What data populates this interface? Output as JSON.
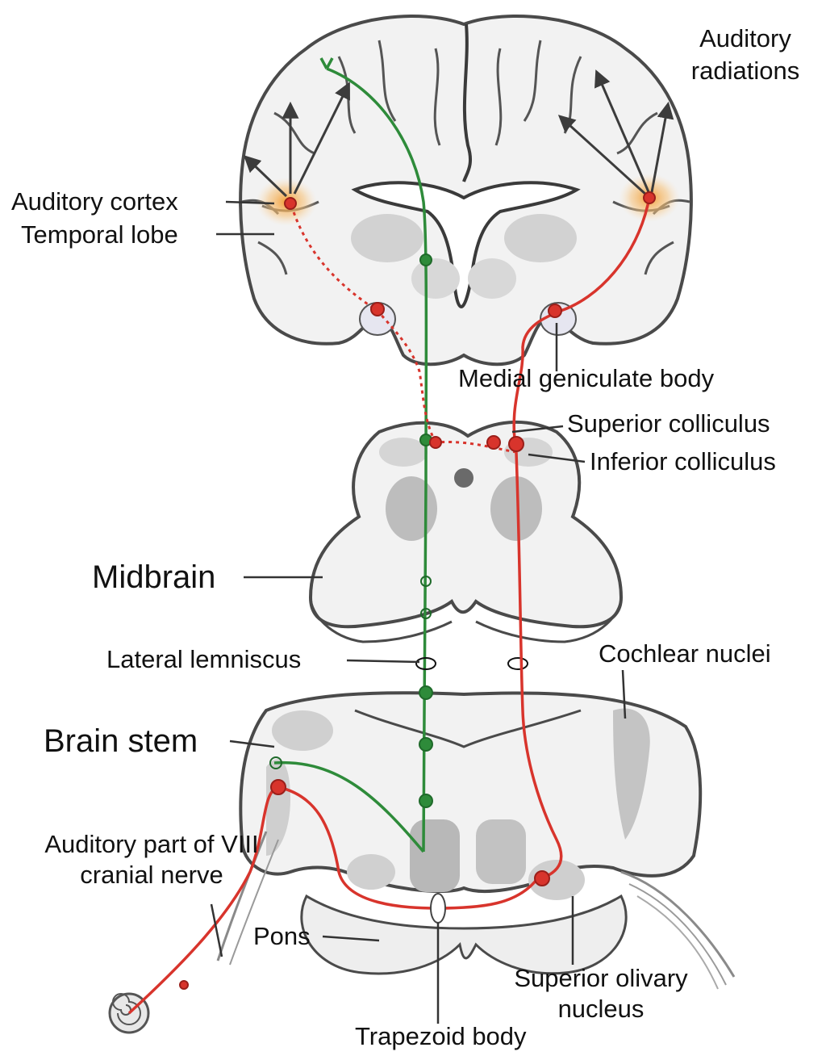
{
  "labels": {
    "auditory_radiations": "Auditory\nradiations",
    "auditory_cortex": "Auditory cortex",
    "temporal_lobe": "Temporal lobe",
    "medial_geniculate_body": "Medial geniculate body",
    "superior_colliculus": "Superior colliculus",
    "inferior_colliculus": "Inferior colliculus",
    "midbrain": "Midbrain",
    "lateral_lemniscus": "Lateral lemniscus",
    "cochlear_nuclei": "Cochlear  nuclei",
    "brain_stem": "Brain stem",
    "auditory_part_viii": "Auditory part of VIII\ncranial nerve",
    "pons": "Pons",
    "superior_olivary_nucleus": "Superior olivary\nnucleus",
    "trapezoid_body": "Trapezoid body"
  },
  "colors": {
    "pathway_green": "#2e8b3a",
    "pathway_red": "#d8342c",
    "tissue_fill": "#f2f2f2",
    "tissue_outline": "#4a4a4a",
    "nucleus_gray": "#c8c8c8",
    "cortex_glow": "#f7a84a"
  }
}
